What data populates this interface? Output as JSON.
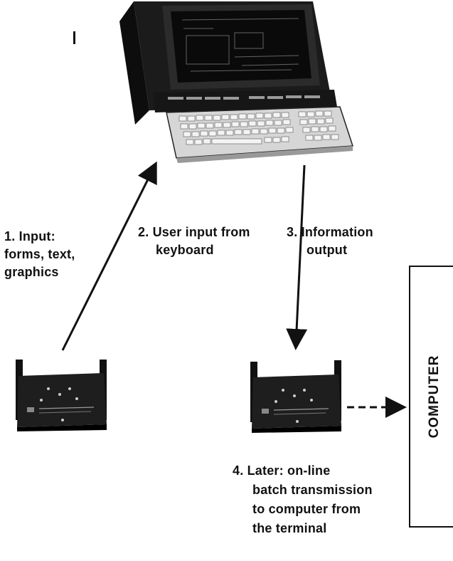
{
  "labels": {
    "input": [
      "1. Input:",
      "forms, text,",
      "graphics"
    ],
    "user_input": [
      "2. User input from",
      "keyboard"
    ],
    "info_output": [
      "3. Information",
      "output"
    ],
    "later": [
      "4. Later: on-line",
      "batch transmission",
      "to computer from",
      "the terminal"
    ]
  },
  "computer": {
    "label": "COMPUTER"
  },
  "icons": [
    "terminal-icon",
    "data-cartridge-icon",
    "data-cartridge-icon"
  ],
  "colors": {
    "ink": "#111111",
    "device": "#1a1a1a",
    "keyboard": "#d8d8d8"
  }
}
